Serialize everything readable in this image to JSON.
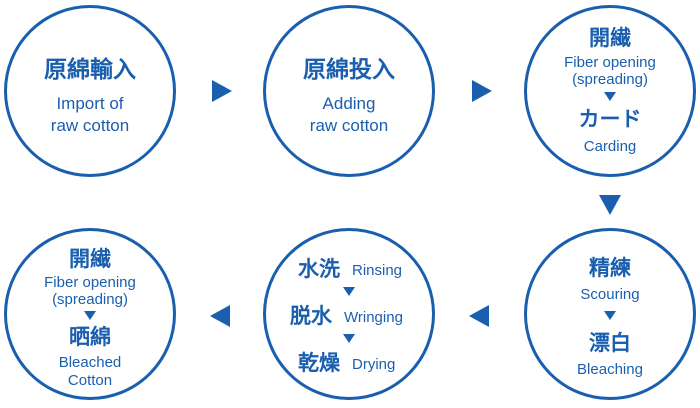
{
  "colors": {
    "primary": "#1a5fae",
    "background": "#ffffff"
  },
  "steps": [
    {
      "jp": "原綿輸入",
      "en_line1": "Import of",
      "en_line2": "raw cotton"
    },
    {
      "jp": "原綿投入",
      "en_line1": "Adding",
      "en_line2": "raw cotton"
    },
    {
      "jp1": "開繊",
      "en1_line1": "Fiber opening",
      "en1_line2": "(spreading)",
      "jp2": "カード",
      "en2": "Carding"
    },
    {
      "jp1": "精練",
      "en1": "Scouring",
      "jp2": "漂白",
      "en2": "Bleaching"
    },
    {
      "rows": [
        {
          "jp": "水洗",
          "en": "Rinsing"
        },
        {
          "jp": "脱水",
          "en": "Wringing"
        },
        {
          "jp": "乾燥",
          "en": "Drying"
        }
      ]
    },
    {
      "jp1": "開繊",
      "en1_line1": "Fiber opening",
      "en1_line2": "(spreading)",
      "jp2": "晒綿",
      "en2_line1": "Bleached",
      "en2_line2": "Cotton"
    }
  ],
  "arrows": [
    "right",
    "right",
    "down",
    "left",
    "left"
  ],
  "inner_arrow_icon": "small-down-triangle"
}
